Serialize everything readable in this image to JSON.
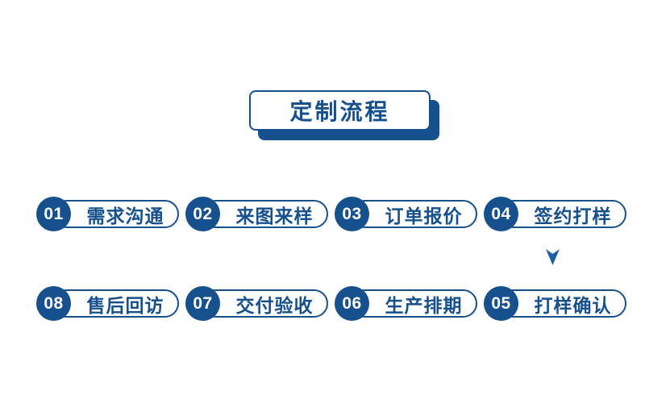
{
  "title": {
    "text": "定制流程"
  },
  "colors": {
    "primary": "#16508d",
    "arrow": "#1e5fa3",
    "background": "#ffffff",
    "step_number_text": "#ffffff"
  },
  "flow": {
    "rows": [
      {
        "direction": "right",
        "steps": [
          {
            "num": "01",
            "label": "需求沟通"
          },
          {
            "num": "02",
            "label": "来图来样"
          },
          {
            "num": "03",
            "label": "订单报价"
          },
          {
            "num": "04",
            "label": "签约打样"
          }
        ]
      },
      {
        "direction": "left",
        "steps": [
          {
            "num": "08",
            "label": "售后回访"
          },
          {
            "num": "07",
            "label": "交付验收"
          },
          {
            "num": "06",
            "label": "生产排期"
          },
          {
            "num": "05",
            "label": "打样确认"
          }
        ]
      }
    ],
    "row_connector": "down-arrow",
    "icons": {
      "right_arrow": "right-dart",
      "left_arrow": "left-dart",
      "down_arrow": "down-dart"
    }
  }
}
